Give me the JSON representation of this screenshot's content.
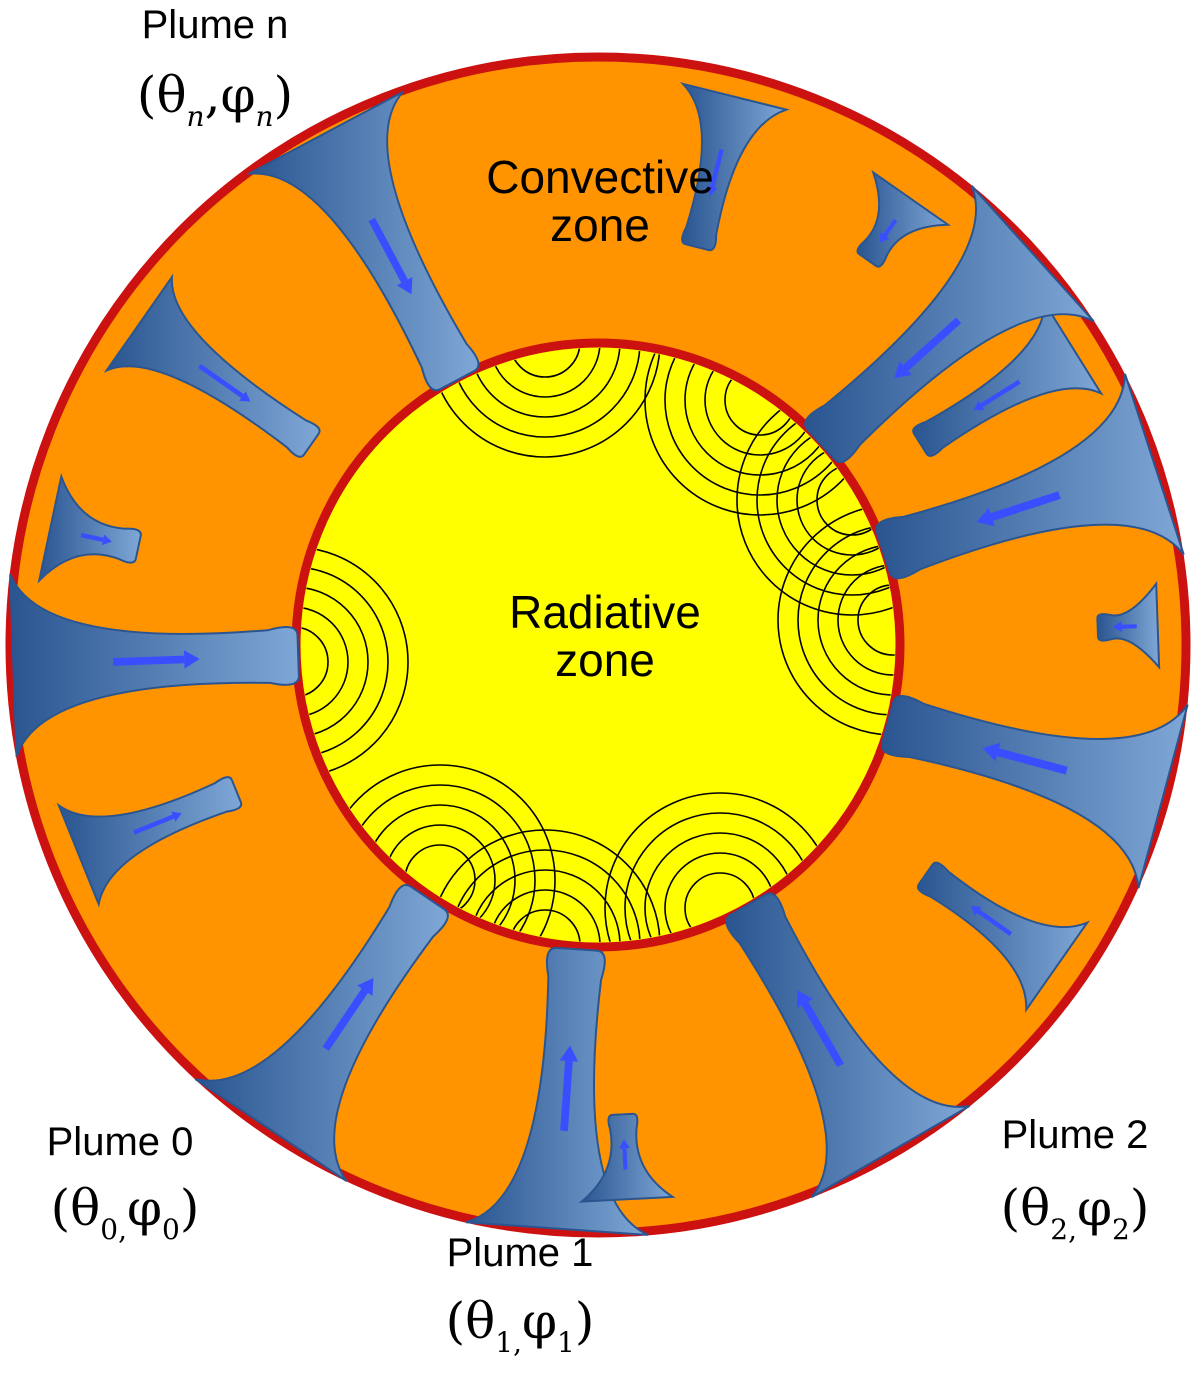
{
  "diagram": {
    "colors": {
      "convective": "#ff9400",
      "radiative": "#ffff00",
      "boundary": "#cc1111",
      "plume_dark": "#2a5590",
      "plume_light": "#7fa7d6",
      "arrow": "#3a4dff"
    },
    "zones": {
      "convective_line1": "Convective",
      "convective_line2": "zone",
      "radiative_line1": "Radiative",
      "radiative_line2": "zone"
    },
    "plumes": {
      "plume_n": {
        "name": "Plume n",
        "theta": "θ",
        "theta_sub": "n",
        "comma": ",",
        "phi": "φ",
        "phi_sub": "n"
      },
      "plume_0": {
        "name": "Plume 0",
        "theta": "θ",
        "theta_sub": "0,",
        "phi": "φ",
        "phi_sub": "0"
      },
      "plume_1": {
        "name": "Plume 1",
        "theta": "θ",
        "theta_sub": "1,",
        "phi": "φ",
        "phi_sub": "1"
      },
      "plume_2": {
        "name": "Plume 2",
        "theta": "θ",
        "theta_sub": "2,",
        "phi": "φ",
        "phi_sub": "2"
      }
    }
  }
}
